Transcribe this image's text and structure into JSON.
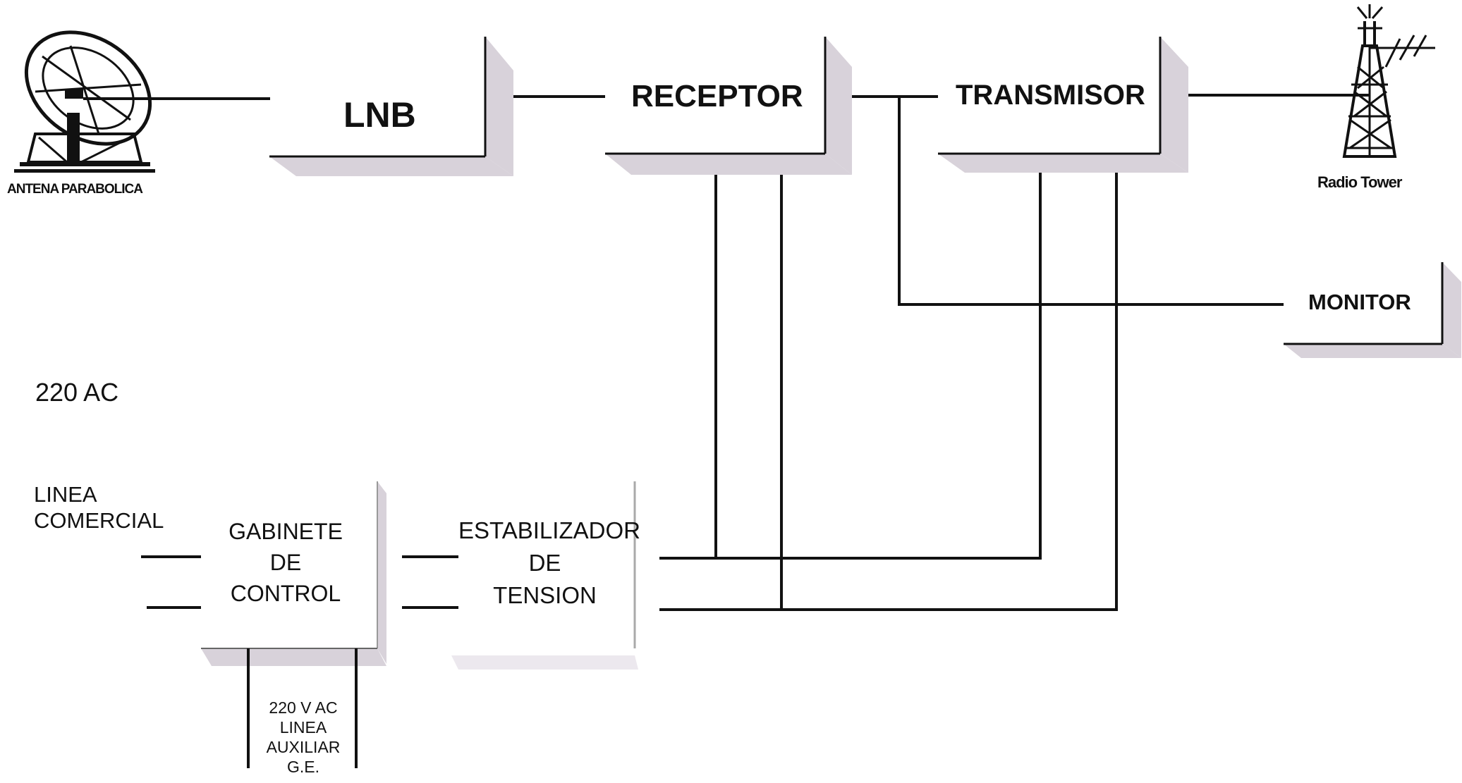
{
  "labels": {
    "antenna": "ANTENA PARABOLICA",
    "lnb": "LNB",
    "receptor": "RECEPTOR",
    "transmisor": "TRANSMISOR",
    "radio_tower": "Radio Tower",
    "monitor": "MONITOR",
    "supply": "220 AC",
    "linea_comercial": [
      "LINEA",
      "COMERCIAL"
    ],
    "gabinete": [
      "GABINETE",
      "DE",
      "CONTROL"
    ],
    "estabilizador": [
      "ESTABILIZADOR",
      "DE",
      "TENSION"
    ],
    "linea_auxiliar": [
      "220 V AC",
      "LINEA",
      "AUXILIAR",
      "G.E."
    ]
  },
  "icons": {
    "antenna": "satellite-dish-icon",
    "tower": "radio-tower-icon"
  },
  "colors": {
    "line": "#111111",
    "box_shadow": "#d8d2da"
  }
}
